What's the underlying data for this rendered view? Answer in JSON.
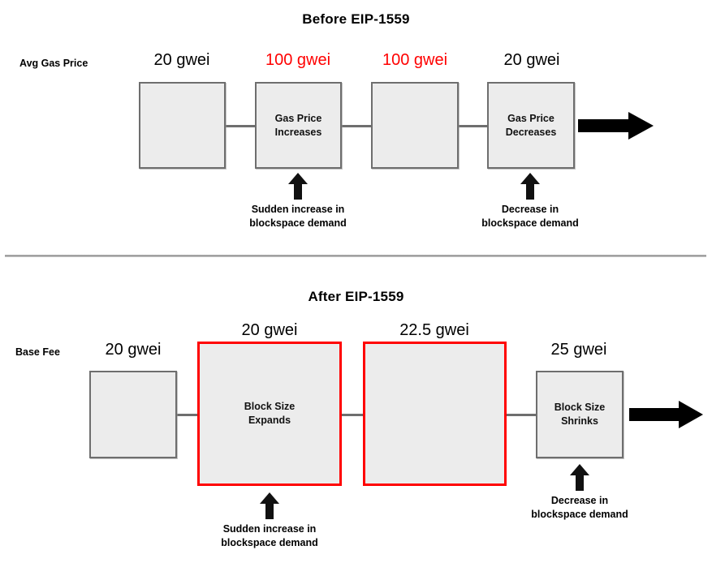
{
  "colors": {
    "red": "#ff0000",
    "block_fill": "#ececec",
    "block_border": "#6e6e6e",
    "divider": "#8f8f8f",
    "arrow": "#000000"
  },
  "before": {
    "title": "Before EIP-1559",
    "axis_label": "Avg Gas Price",
    "value_labels": [
      {
        "text": "20 gwei",
        "color": "black"
      },
      {
        "text": "100 gwei",
        "color": "red"
      },
      {
        "text": "100 gwei",
        "color": "red"
      },
      {
        "text": "20 gwei",
        "color": "black"
      }
    ],
    "blocks": [
      {
        "text": ""
      },
      {
        "text": "Gas Price\nIncreases"
      },
      {
        "text": ""
      },
      {
        "text": "Gas Price\nDecreases"
      }
    ],
    "captions": [
      {
        "text": "Sudden increase in\nblockspace demand"
      },
      {
        "text": "Decrease in\nblockspace demand"
      }
    ]
  },
  "after": {
    "title": "After EIP-1559",
    "axis_label": "Base Fee",
    "value_labels": [
      {
        "text": "20 gwei",
        "color": "black"
      },
      {
        "text": "20 gwei",
        "color": "black"
      },
      {
        "text": "22.5 gwei",
        "color": "black"
      },
      {
        "text": "25 gwei",
        "color": "black"
      }
    ],
    "blocks": [
      {
        "text": ""
      },
      {
        "text": "Block Size\nExpands"
      },
      {
        "text": ""
      },
      {
        "text": "Block Size\nShrinks"
      }
    ],
    "captions": [
      {
        "text": "Sudden increase in\nblockspace demand"
      },
      {
        "text": "Decrease in\nblockspace demand"
      }
    ]
  }
}
